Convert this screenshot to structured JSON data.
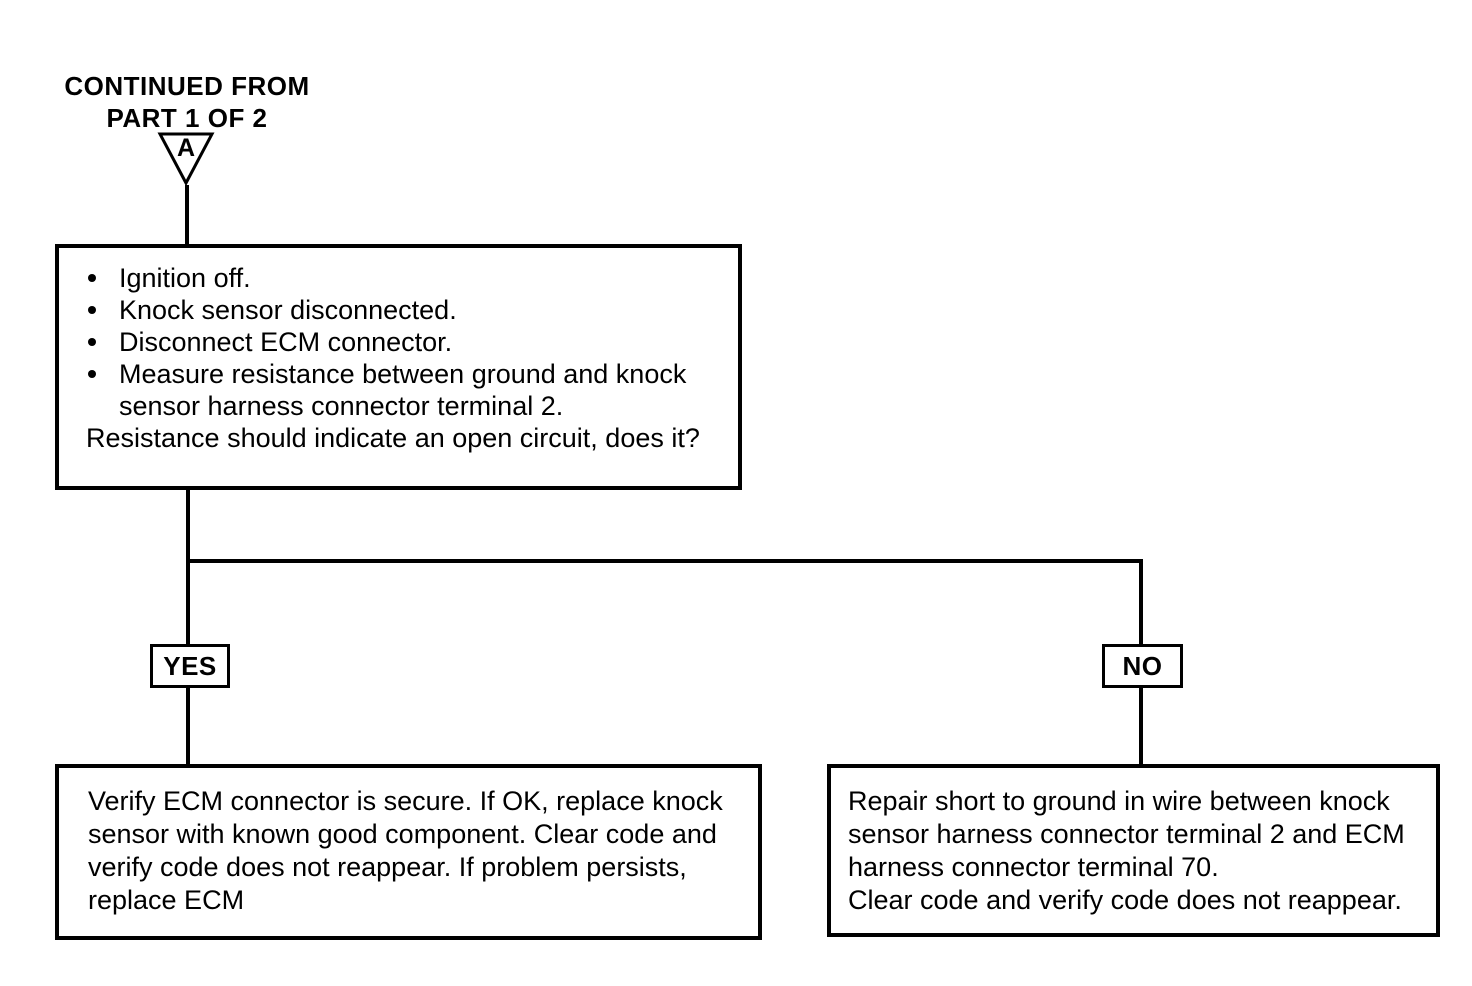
{
  "colors": {
    "ink": "#000000",
    "paper": "#ffffff"
  },
  "continuation": {
    "title_line1": "CONTINUED FROM",
    "title_line2": "PART 1 OF 2",
    "connector_label": "A"
  },
  "decision": {
    "bullets": [
      "Ignition off.",
      "Knock sensor disconnected.",
      "Disconnect ECM connector.",
      "Measure resistance between ground and knock sensor harness connector terminal 2."
    ],
    "question": "Resistance should indicate an open circuit, does it?"
  },
  "branch_labels": {
    "yes": "YES",
    "no": "NO"
  },
  "outcomes": {
    "yes_text": "Verify ECM connector is secure. If OK, replace knock sensor with known good component. Clear code and verify code does not reappear. If problem persists, replace ECM",
    "no_paragraphs": [
      "Repair short to ground in wire between knock sensor harness connector terminal 2 and ECM harness connector terminal 70.",
      "Clear code and verify code does not reappear."
    ]
  }
}
